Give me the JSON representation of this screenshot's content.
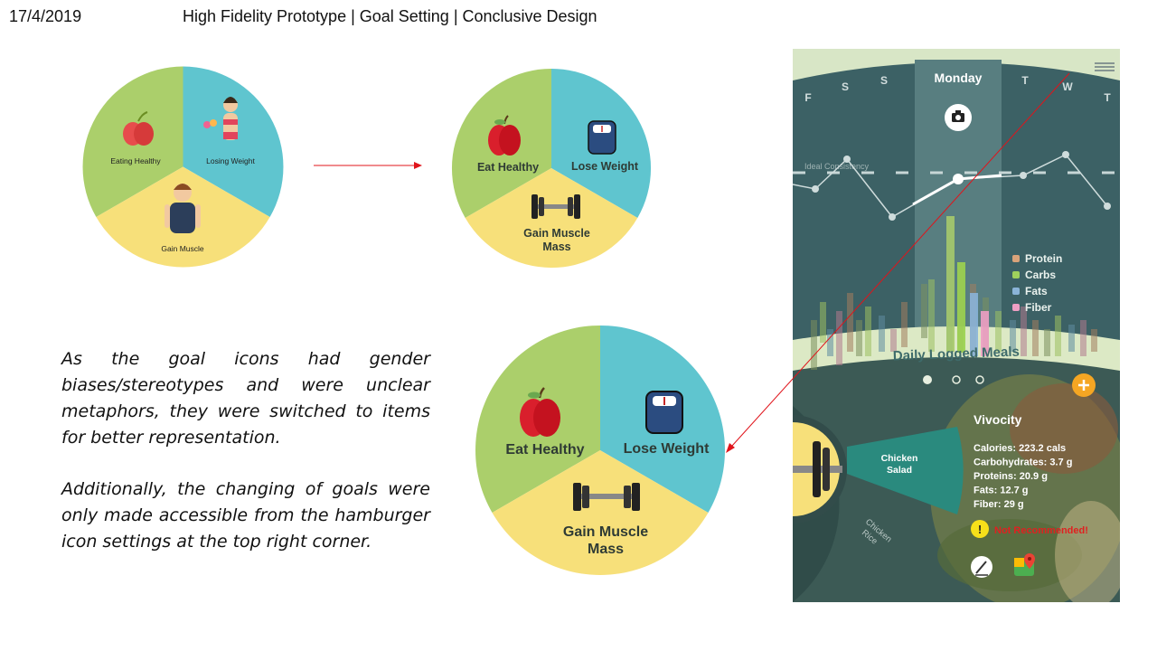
{
  "header": {
    "date": "17/4/2019",
    "title": "High Fidelity Prototype | Goal Setting | Conclusive Design"
  },
  "notes": {
    "paragraph1": "As the goal icons had gender biases/stereotypes and were unclear metaphors, they were switched to items for better representation.",
    "paragraph2": "Additionally, the changing of goals were only made accessible from the hamburger icon settings at the top right corner."
  },
  "old_wheel": {
    "eat": "Eating Healthy",
    "lose": "Losing Weight",
    "gain": "Gain Muscle"
  },
  "new_wheel": {
    "eat": "Eat Healthy",
    "lose": "Lose Weight",
    "gain_line1": "Gain Muscle",
    "gain_line2": "Mass"
  },
  "phone": {
    "days": [
      "F",
      "S",
      "S",
      "Monday",
      "T",
      "W",
      "T"
    ],
    "ideal_label": "Ideal Consistency",
    "legend": [
      {
        "label": "Protein",
        "color": "#d9a37a"
      },
      {
        "label": "Carbs",
        "color": "#9fd15c"
      },
      {
        "label": "Fats",
        "color": "#8ab4d8"
      },
      {
        "label": "Fiber",
        "color": "#ee9fc4"
      }
    ],
    "daily_label": "Daily Logged Meals",
    "meal_selected": "Chicken Salad",
    "meal_other": "Chicken Rice",
    "restaurant": "Vivocity",
    "nutrients": [
      "Calories: 223.2 cals",
      "Carbohydrates: 3.7 g",
      "Proteins: 20.9 g",
      "Fats: 12.7 g",
      "Fiber: 29 g"
    ],
    "warning": "Not Recommended!"
  },
  "colors": {
    "green": "#abcf6b",
    "teal": "#5fc5cf",
    "yellow": "#f7e07a",
    "phone_dark": "#3a5d62",
    "arrow": "#e0141b"
  }
}
